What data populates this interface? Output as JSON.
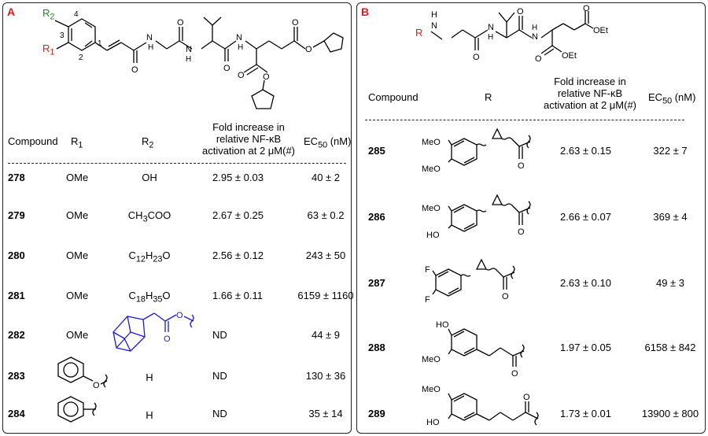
{
  "panels": {
    "a": {
      "label": "A",
      "structure_atoms": {
        "r2": "R",
        "r2_sub": "2",
        "r1": "R",
        "r1_sub": "1",
        "pos1": "1",
        "pos2": "2",
        "pos3": "3",
        "pos4": "4",
        "n": "N",
        "h": "H",
        "o": "O"
      },
      "headers": {
        "compound": "Compound",
        "r1": "R",
        "r1_sub": "1",
        "r2": "R",
        "r2_sub": "2",
        "fold_line1": "Fold increase in",
        "fold_line2": "relative NF-κB",
        "fold_line3": "activation at 2 μM(#)",
        "ec50": "EC",
        "ec50_sub": "50",
        "ec50_unit": " (nM)"
      },
      "rows": [
        {
          "compound": "278",
          "r1": "OMe",
          "r2": "OH",
          "r2_sub1": "",
          "r2_mid": "",
          "r2_sub2": "",
          "r2_tail": "",
          "fold": "2.95 ± 0.03",
          "ec50": "40 ± 2"
        },
        {
          "compound": "279",
          "r1": "OMe",
          "r2": "CH",
          "r2_sub1": "3",
          "r2_mid": "COO",
          "r2_sub2": "",
          "r2_tail": "",
          "fold": "2.67 ± 0.25",
          "ec50": "63 ± 0.2"
        },
        {
          "compound": "280",
          "r1": "OMe",
          "r2": "C",
          "r2_sub1": "12",
          "r2_mid": "H",
          "r2_sub2": "23",
          "r2_tail": "O",
          "fold": "2.56 ± 0.12",
          "ec50": "243 ± 50"
        },
        {
          "compound": "281",
          "r1": "OMe",
          "r2": "C",
          "r2_sub1": "18",
          "r2_mid": "H",
          "r2_sub2": "35",
          "r2_tail": "O",
          "fold": "1.66 ± 0.11",
          "ec50": "6159 ± 1160"
        },
        {
          "compound": "282",
          "r1": "OMe",
          "r2": "",
          "r2_sub1": "",
          "r2_mid": "",
          "r2_sub2": "",
          "r2_tail": "",
          "fold": "ND",
          "ec50": "44 ± 9"
        },
        {
          "compound": "283",
          "r1": "",
          "r2": "H",
          "r2_sub1": "",
          "r2_mid": "",
          "r2_sub2": "",
          "r2_tail": "",
          "fold": "ND",
          "ec50": "130 ±  36"
        },
        {
          "compound": "284",
          "r1": "",
          "r2": "H",
          "r2_sub1": "",
          "r2_mid": "",
          "r2_sub2": "",
          "r2_tail": "",
          "fold": "ND",
          "ec50": "35 ± 14"
        }
      ],
      "r_group_atoms": {
        "o": "O"
      }
    },
    "b": {
      "label": "B",
      "structure_atoms": {
        "r": "R",
        "h": "H",
        "n": "N",
        "o": "O",
        "oet": "OEt"
      },
      "headers": {
        "compound": "Compound",
        "r": "R",
        "fold_line1": "Fold increase in",
        "fold_line2": "relative NF-κB",
        "fold_line3": "activation at 2 μM(#)",
        "ec50": "EC",
        "ec50_sub": "50",
        "ec50_unit": " (nM)"
      },
      "rows": [
        {
          "compound": "285",
          "fold": "2.63 ± 0.15",
          "ec50": "322 ± 7"
        },
        {
          "compound": "286",
          "fold": "2.66 ± 0.07",
          "ec50": "369 ± 4"
        },
        {
          "compound": "287",
          "fold": "2.63 ± 0.10",
          "ec50": "49 ± 3"
        },
        {
          "compound": "288",
          "fold": "1.97 ± 0.05",
          "ec50": "6158 ± 842"
        },
        {
          "compound": "289",
          "fold": "1.73 ± 0.01",
          "ec50": "13900 ± 800"
        }
      ],
      "r_group_atoms": {
        "meo": "MeO",
        "ho": "HO",
        "f": "F",
        "o": "O"
      }
    }
  },
  "colors": {
    "panel_label": "#e01b1b",
    "r1": "#e01b1b",
    "r2": "#1a8a1a",
    "adamantyl": "#1a1ad6"
  }
}
